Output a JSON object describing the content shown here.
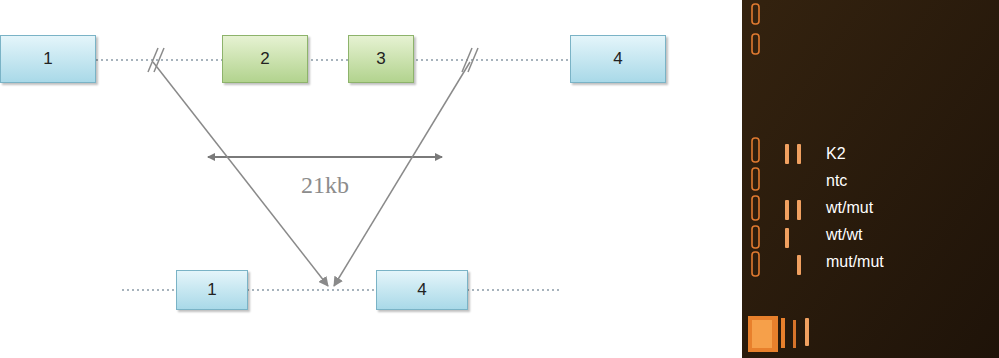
{
  "diagram": {
    "nodes": [
      {
        "text": [
          "1"
        ]
      },
      {
        "text": [
          "2"
        ]
      },
      {
        "text": [
          "3"
        ]
      },
      {
        "text": [
          "4"
        ]
      },
      {
        "text": [
          "1"
        ]
      },
      {
        "text": [
          "4"
        ]
      }
    ],
    "labels": [
      "21kb",
      "K2",
      "ntc",
      "wt/mut",
      "wt/wt",
      "mut/mut"
    ]
  }
}
